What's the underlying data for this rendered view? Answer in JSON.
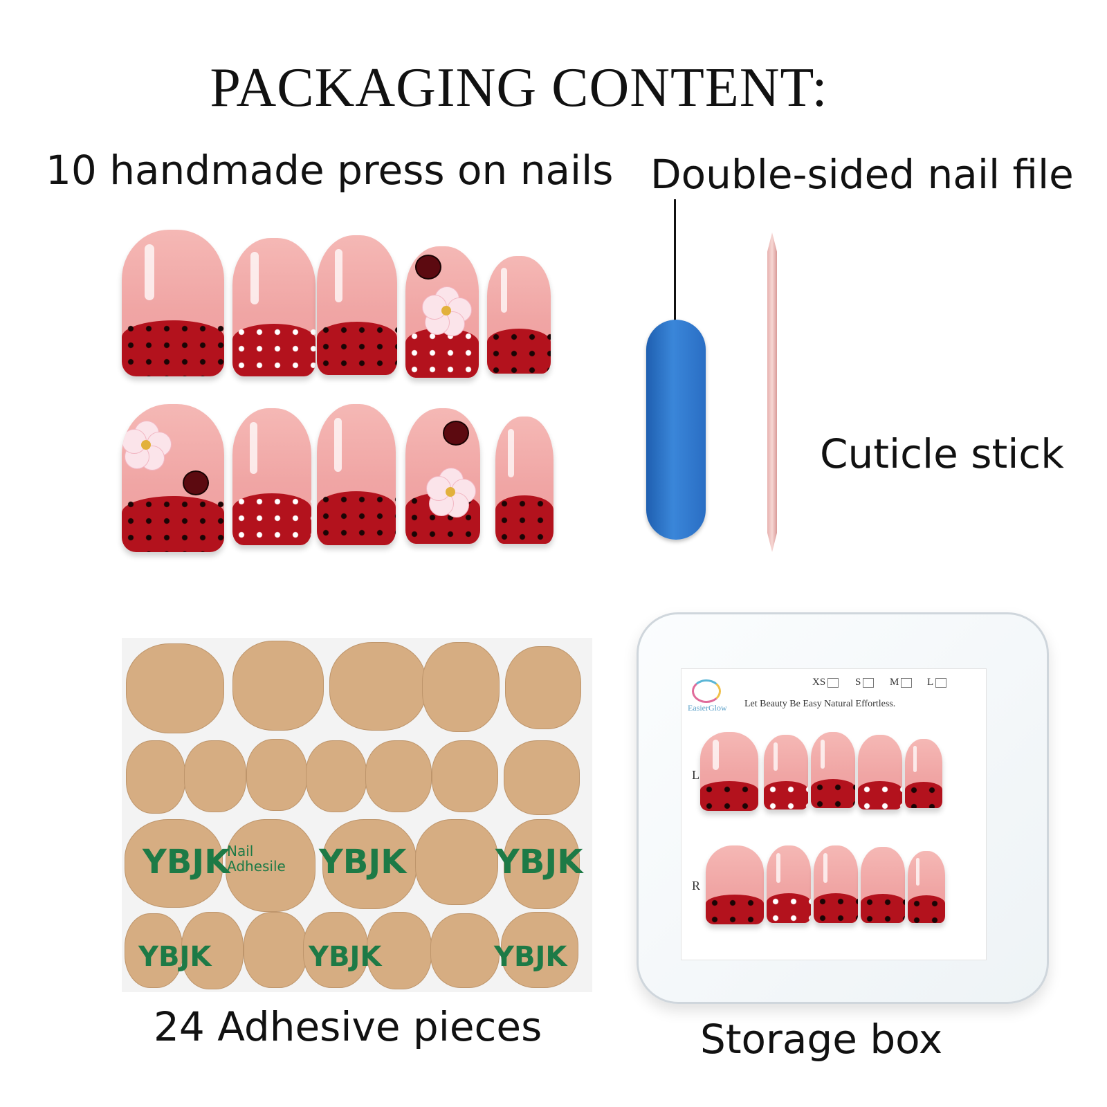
{
  "title": "PACKAGING CONTENT:",
  "labels": {
    "nails": "10 handmade press on nails",
    "file": "Double-sided nail file",
    "cuticle": "Cuticle stick",
    "adhesive": "24 Adhesive pieces",
    "box": "Storage box"
  },
  "adhesive_sheet": {
    "brand": "YBJK",
    "product_line1": "Nail",
    "product_line2": "Adhesile"
  },
  "storage_card": {
    "brand": "EasierGlow",
    "tagline": "Let Beauty Be Easy Natural Effortless.",
    "sizes": [
      "XS",
      "S",
      "M",
      "L"
    ],
    "row_left": "L",
    "row_right": "R"
  },
  "colors": {
    "nail_pink": "#f0a5a4",
    "nail_red": "#b3121d",
    "file_blue": "#2a6ec4",
    "adhesive_tan": "#d6ad82",
    "adhesive_green": "#1d7a46"
  }
}
